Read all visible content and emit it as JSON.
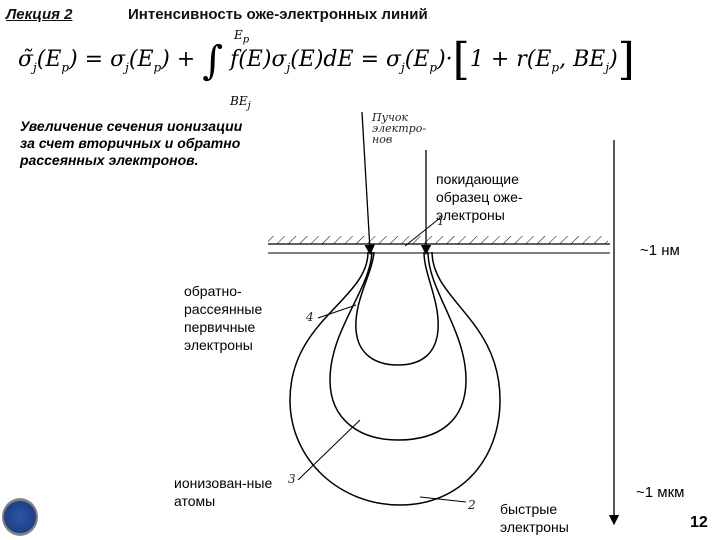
{
  "header": {
    "lecture": "Лекция 2",
    "title": "Интенсивность оже-электронных линий"
  },
  "formula": {
    "upper_limit": "E",
    "upper_limit_sub": "p",
    "lower_limit": "BE",
    "lower_limit_sub": "j"
  },
  "description": "Увеличение сечения ионизации за счет вторичных и обратно рассеянных электронов.",
  "labels": {
    "beam": "Пучок электро-нов",
    "auger_leaving": "покидающие образец оже-электроны",
    "depth_nm": "~1 нм",
    "backscattered": "обратно-рассеянные первичные электроны",
    "ionized_atoms": "ионизован-ные атомы",
    "fast_electrons": "быстрые электроны",
    "depth_um": "~1 мкм",
    "num_1": "1",
    "num_2": "2",
    "num_3": "3",
    "num_4": "4"
  },
  "page_number": "12",
  "colors": {
    "logo_blue": "#1d3f85",
    "line": "#000000"
  }
}
